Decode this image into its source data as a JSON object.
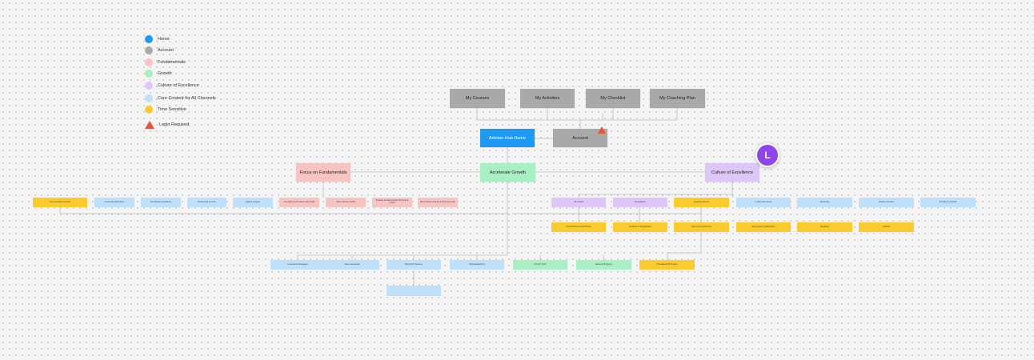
{
  "colors": {
    "home": "#1e9af5",
    "account": "#a9a9a9",
    "fundamentals": "#f8c4c1",
    "growth": "#a9efc4",
    "culture": "#dcc7f8",
    "core": "#bfe0fa",
    "time": "#fdca2e",
    "login": "#e8533a"
  },
  "legend": [
    {
      "label": "Home",
      "color": "home",
      "icon": "circle"
    },
    {
      "label": "Account",
      "color": "account",
      "icon": "circle"
    },
    {
      "label": "Fundamentals",
      "color": "fundamentals",
      "icon": "circle"
    },
    {
      "label": "Growth",
      "color": "growth",
      "icon": "circle"
    },
    {
      "label": "Culture of Excellence",
      "color": "culture",
      "icon": "circle"
    },
    {
      "label": "Core Content for All Channels",
      "color": "core",
      "icon": "circle"
    },
    {
      "label": "Time Sensitive",
      "color": "time",
      "icon": "circle"
    },
    {
      "label": "Login Required",
      "color": "login",
      "icon": "warning-triangle"
    }
  ],
  "main_nodes": {
    "my_courses": "My Courses",
    "my_activities": "My Activities",
    "my_checklist": "My Checklist",
    "my_coaching_plan": "My Coaching Plan",
    "home": "Adviser Hub Home",
    "account": "Account",
    "fundamentals": "Focus on Fundamentals",
    "growth": "Accelerate Growth",
    "culture": "Culture of Excellence"
  },
  "tiny_nodes": {
    "f1": "Time-Sensitive Product",
    "f2": "Investment Education",
    "f3": "Tax Planning Guidance",
    "f4": "Retirement Income",
    "f5": "Market Insights",
    "f6": "Compliance & Practice Essentials",
    "f7": "Client Service Toolkit",
    "f8": "Practice Fundamentals Overview & Guide",
    "f9": "Best Practice Library & Resource Hub",
    "c1": "CE Credits",
    "c2": "Recognition",
    "c3": "Quarterly Events",
    "c4": "Leadership Series",
    "c5": "Mentoring",
    "c6": "Adviser Conduct",
    "c7": "Excellence Awards",
    "c8": "Annual Review Submission",
    "c9": "Conference Registration",
    "c10": "Peer Group Meetings",
    "c11": "Recognition Qualification",
    "c12": "Deadlines",
    "c13": "Awards",
    "g1": "Investment Strategies",
    "g2": "Client Acquisition",
    "g3": "Business Planning",
    "g4": "Digital Marketing",
    "g5": "Growth Tools",
    "g6": "Referral Programs",
    "g7": "Time-Based Promotion",
    "g8": ""
  }
}
